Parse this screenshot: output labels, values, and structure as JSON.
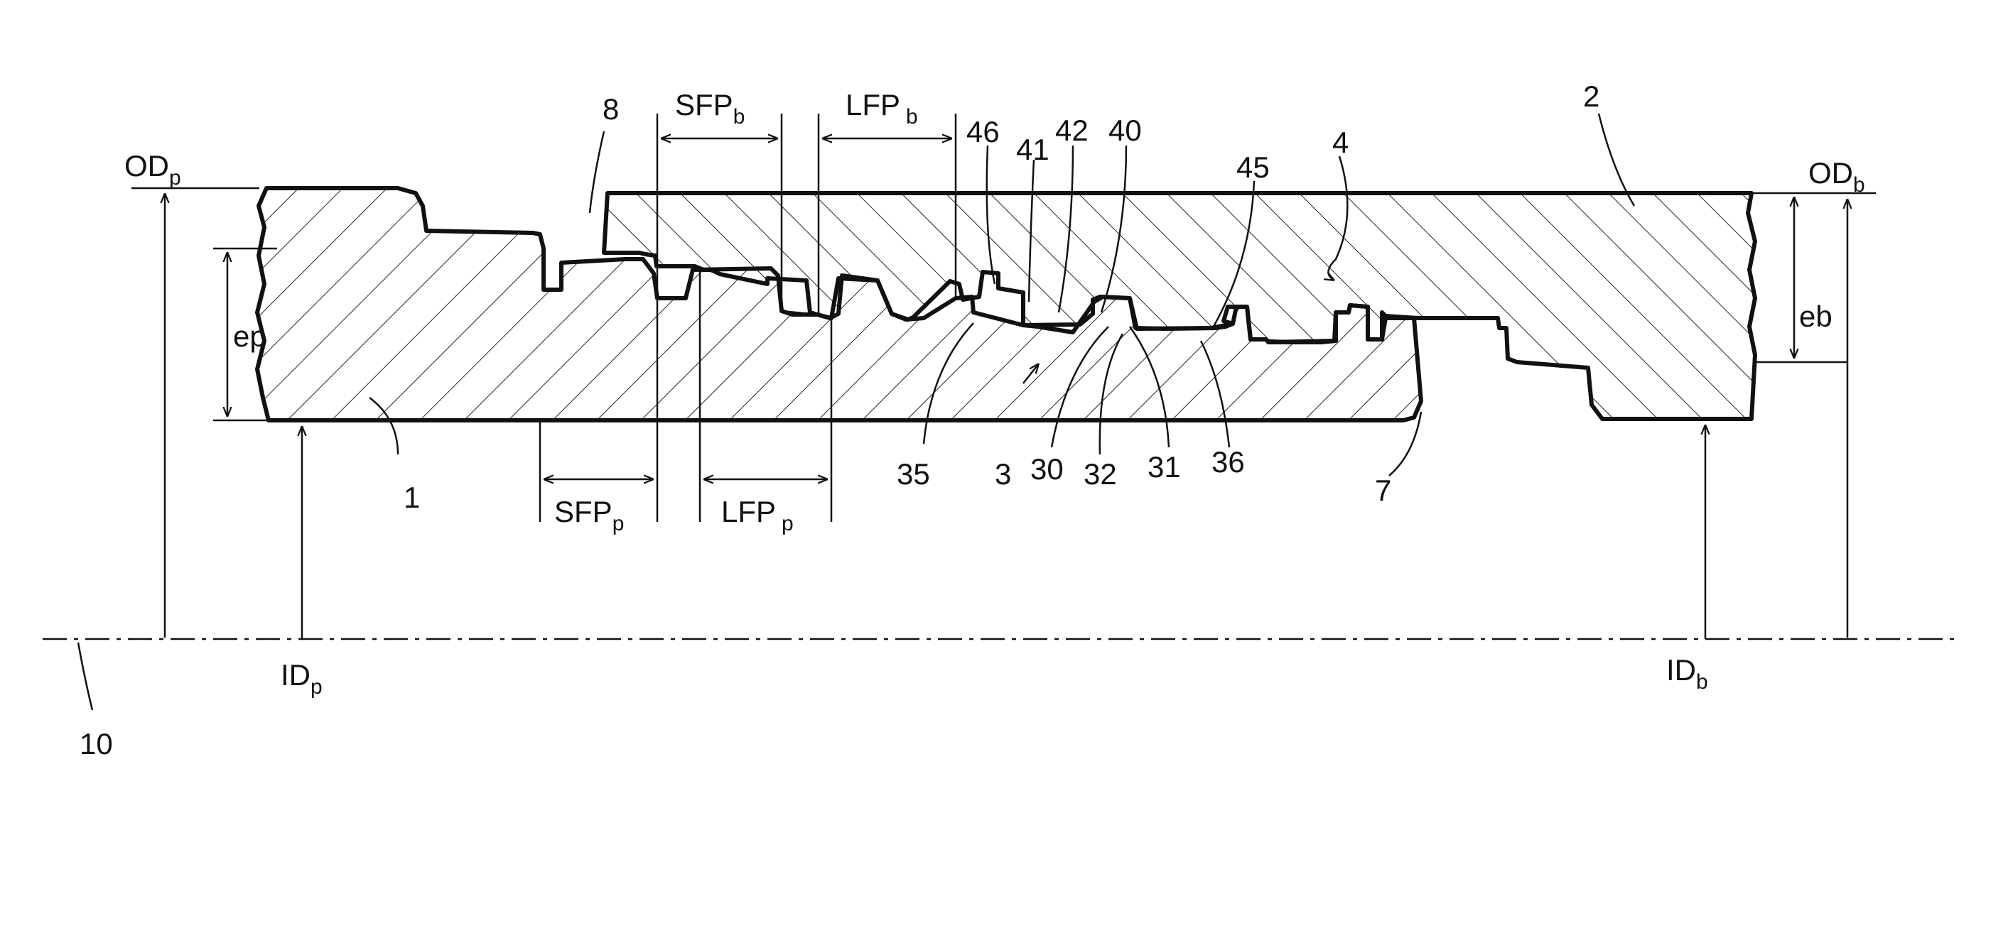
{
  "labels": {
    "pin": "1",
    "box": "2",
    "pin_thread": "3",
    "box_thread": "4",
    "pin_end": "7",
    "box_end": "8",
    "axis": "10",
    "n30": "30",
    "n31": "31",
    "n32": "32",
    "n35": "35",
    "n36": "36",
    "n40": "40",
    "n41": "41",
    "n42": "42",
    "n45": "45",
    "n46": "46"
  },
  "dimensions": {
    "od_p": {
      "main": "OD",
      "sub": "p"
    },
    "od_b": {
      "main": "OD",
      "sub": "b"
    },
    "id_p": {
      "main": "ID",
      "sub": "p"
    },
    "id_b": {
      "main": "ID",
      "sub": "b"
    },
    "ep": "ep",
    "eb": "eb",
    "sfp_b": {
      "main": "SFP",
      "sub": "b"
    },
    "lfp_b": {
      "main": "LFP",
      "sub": "b"
    },
    "sfp_p": {
      "main": "SFP",
      "sub": "p"
    },
    "lfp_p": {
      "main": "LFP",
      "sub": "p"
    }
  }
}
